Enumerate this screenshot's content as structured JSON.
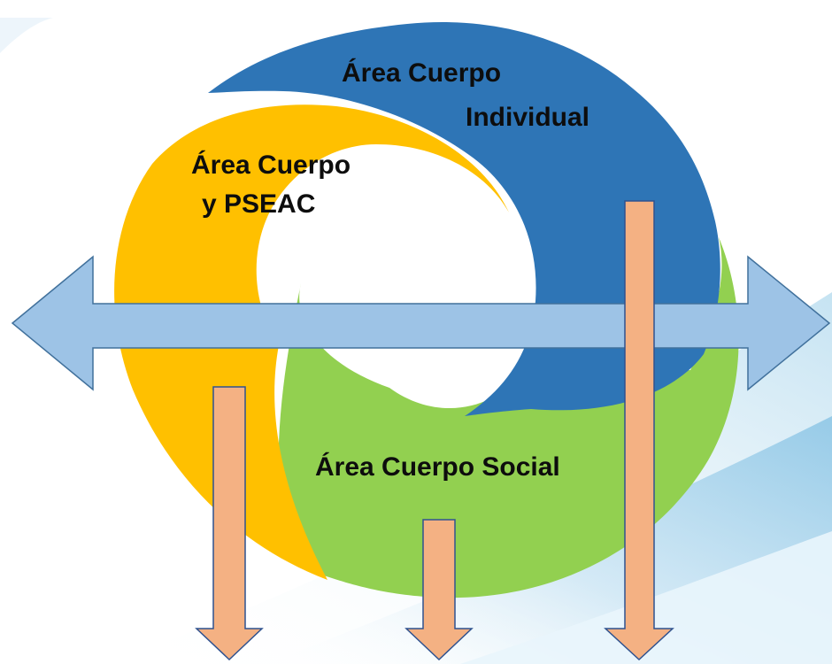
{
  "diagram": {
    "areas": {
      "individual": {
        "line1": "Área Cuerpo",
        "line2": "Individual",
        "color": "#2e75b6"
      },
      "pseac": {
        "line1": "Área Cuerpo",
        "line2": "y PSEAC",
        "color": "#ffc000"
      },
      "social": {
        "label": "Área Cuerpo Social",
        "color": "#92d050"
      }
    },
    "horizontal_arrow": {
      "fill": "#9dc3e6",
      "stroke": "#41719c",
      "direction": "both"
    },
    "down_arrows": {
      "count": 3,
      "fill": "#f4b183",
      "stroke": "#2f528f",
      "direction": "down"
    },
    "background": {
      "accent": "#c9e4f4"
    }
  }
}
